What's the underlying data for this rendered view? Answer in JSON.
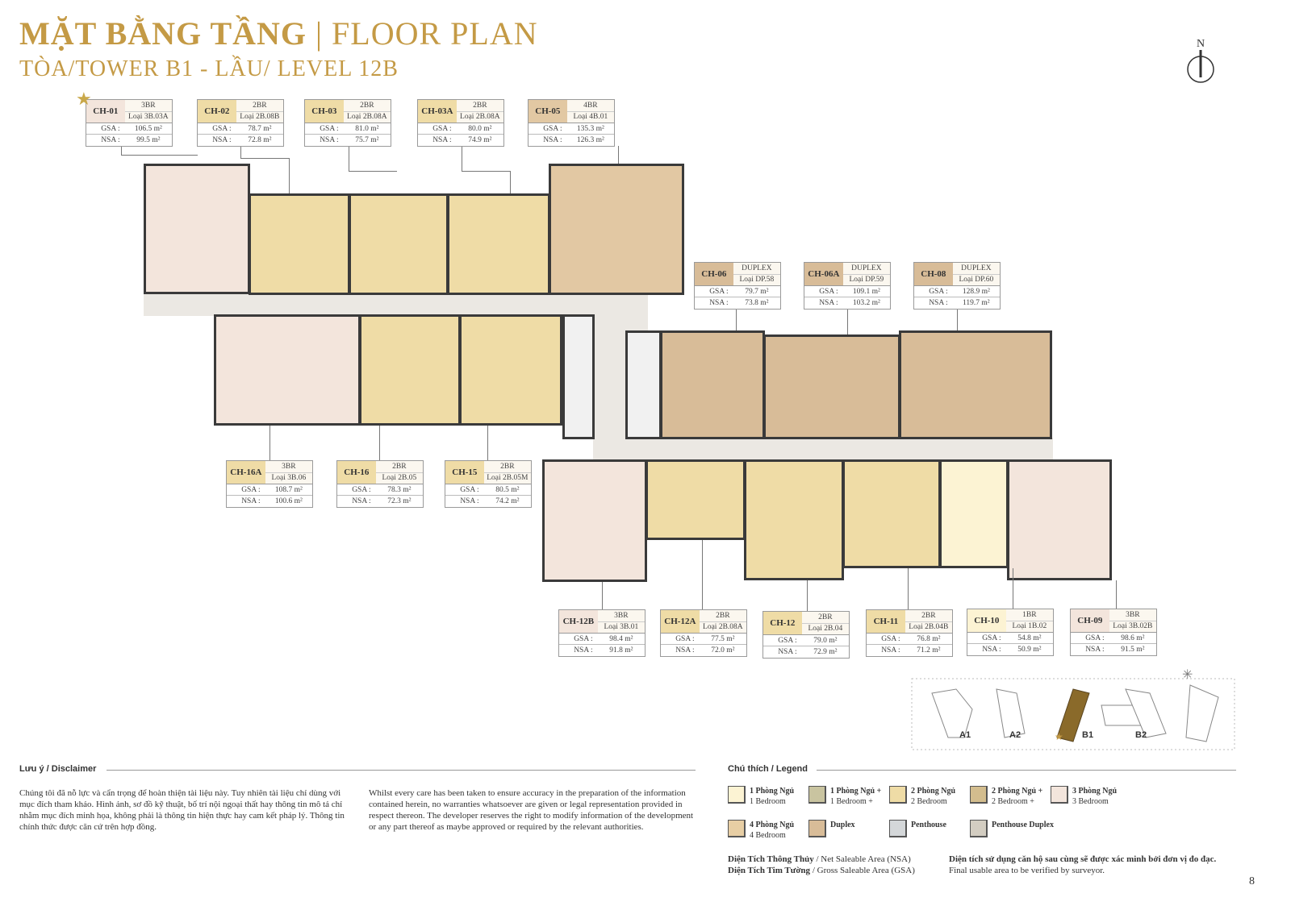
{
  "header": {
    "title_vi": "MẶT BẰNG TẦNG",
    "separator": "|",
    "title_en": "FLOOR PLAN",
    "subtitle": "TÒA/TOWER B1 - LẦU/ LEVEL 12B"
  },
  "north_label": "N",
  "colors": {
    "gold": "#c49a45",
    "1br": "#fcf3d3",
    "1br_plus": "#c9c4a0",
    "2br": "#efdca6",
    "2br_plus": "#d3bd8e",
    "3br": "#f3e5dc",
    "4br": "#e7cea4",
    "duplex": "#d8bc98",
    "penthouse": "#d4d7d9",
    "penthouse_duplex": "#d3cdc1"
  },
  "units": [
    {
      "code": "CH-01",
      "type": "3BR",
      "loai": "Loại 3B.03A",
      "gsa": "106.5 m²",
      "nsa": "99.5 m²",
      "color": "#f3e5dc"
    },
    {
      "code": "CH-02",
      "type": "2BR",
      "loai": "Loại 2B.08B",
      "gsa": "78.7 m²",
      "nsa": "72.8 m²",
      "color": "#efdca6"
    },
    {
      "code": "CH-03",
      "type": "2BR",
      "loai": "Loại 2B.08A",
      "gsa": "81.0 m²",
      "nsa": "75.7 m²",
      "color": "#efdca6"
    },
    {
      "code": "CH-03A",
      "type": "2BR",
      "loai": "Loại 2B.08A",
      "gsa": "80.0 m²",
      "nsa": "74.9 m²",
      "color": "#efdca6"
    },
    {
      "code": "CH-05",
      "type": "4BR",
      "loai": "Loại 4B.01",
      "gsa": "135.3 m²",
      "nsa": "126.3 m²",
      "color": "#e2c8a3"
    },
    {
      "code": "CH-06",
      "type": "DUPLEX",
      "loai": "Loại DP.58",
      "gsa": "79.7 m²",
      "nsa": "73.8 m²",
      "color": "#d8bc98"
    },
    {
      "code": "CH-06A",
      "type": "DUPLEX",
      "loai": "Loại DP.59",
      "gsa": "109.1 m²",
      "nsa": "103.2 m²",
      "color": "#d8bc98"
    },
    {
      "code": "CH-08",
      "type": "DUPLEX",
      "loai": "Loại DP.60",
      "gsa": "128.9 m²",
      "nsa": "119.7 m²",
      "color": "#d8bc98"
    },
    {
      "code": "CH-16A",
      "type": "3BR",
      "loai": "Loại 3B.06",
      "gsa": "108.7 m²",
      "nsa": "100.6 m²",
      "color": "#efdca6"
    },
    {
      "code": "CH-16",
      "type": "2BR",
      "loai": "Loại 2B.05",
      "gsa": "78.3 m²",
      "nsa": "72.3 m²",
      "color": "#efdca6"
    },
    {
      "code": "CH-15",
      "type": "2BR",
      "loai": "Loại 2B.05M",
      "gsa": "80.5 m²",
      "nsa": "74.2 m²",
      "color": "#efdca6"
    },
    {
      "code": "CH-12B",
      "type": "3BR",
      "loai": "Loại 3B.01",
      "gsa": "98.4 m²",
      "nsa": "91.8 m²",
      "color": "#f3e5dc"
    },
    {
      "code": "CH-12A",
      "type": "2BR",
      "loai": "Loại 2B.08A",
      "gsa": "77.5 m²",
      "nsa": "72.0 m²",
      "color": "#efdca6"
    },
    {
      "code": "CH-12",
      "type": "2BR",
      "loai": "Loại 2B.04",
      "gsa": "79.0 m²",
      "nsa": "72.9 m²",
      "color": "#efdca6"
    },
    {
      "code": "CH-11",
      "type": "2BR",
      "loai": "Loại 2B.04B",
      "gsa": "76.8 m²",
      "nsa": "71.2 m²",
      "color": "#efdca6"
    },
    {
      "code": "CH-10",
      "type": "1BR",
      "loai": "Loại 1B.02",
      "gsa": "54.8 m²",
      "nsa": "50.9 m²",
      "color": "#fcf3d3"
    },
    {
      "code": "CH-09",
      "type": "3BR",
      "loai": "Loại 3B.02B",
      "gsa": "98.6 m²",
      "nsa": "91.5 m²",
      "color": "#f3e5dc"
    }
  ],
  "labels": {
    "gsa": "GSA :",
    "nsa": "NSA :"
  },
  "keymap": {
    "a1": "A1",
    "a2": "A2",
    "b1": "B1",
    "b2": "B2"
  },
  "disclaimer": {
    "title": "Lưu ý / Disclaimer",
    "vi": "Chúng tôi đã nỗ lực và cẩn trọng để hoàn thiện tài liệu này. Tuy nhiên tài liệu chỉ dùng với mục đích tham khảo. Hình ảnh, sơ đồ kỹ thuật, bố trí nội ngoại thất hay thông tin mô tả chỉ nhằm mục đích minh họa, không phải là thông tin hiện thực hay cam kết pháp lý. Thông tin chính thức được căn cứ trên hợp đồng.",
    "en": "Whilst every care has been taken to ensure accuracy in the preparation of the information contained herein, no warranties whatsoever are given or legal representation provided in respect thereon. The developer reserves the right to modify information of the development or any part thereof as maybe approved or required by the relevant authorities."
  },
  "legend": {
    "title": "Chú thích / Legend",
    "items": [
      {
        "vi": "1 Phòng Ngủ",
        "en": "1 Bedroom",
        "color": "#fcf3d3"
      },
      {
        "vi": "1 Phòng Ngủ +",
        "en": "1 Bedroom +",
        "color": "#c9c4a0"
      },
      {
        "vi": "2 Phòng Ngủ",
        "en": "2 Bedroom",
        "color": "#efdca6"
      },
      {
        "vi": "2 Phòng Ngủ +",
        "en": "2 Bedroom +",
        "color": "#d3bd8e"
      },
      {
        "vi": "3 Phòng Ngủ",
        "en": "3 Bedroom",
        "color": "#f3e5dc"
      },
      {
        "vi": "4 Phòng Ngủ",
        "en": "4 Bedroom",
        "color": "#e7cea4"
      },
      {
        "vi": "Duplex",
        "en": "",
        "color": "#d8bc98"
      },
      {
        "vi": "Penthouse",
        "en": "",
        "color": "#d4d7d9"
      },
      {
        "vi": "Penthouse Duplex",
        "en": "",
        "color": "#d3cdc1"
      }
    ],
    "nsa_vi": "Diện Tích Thông Thủy",
    "nsa_en": "/ Net Saleable Area (NSA)",
    "gsa_vi": "Diện Tích Tim Tường",
    "gsa_en": "/ Gross Saleable Area (GSA)",
    "note_vi": "Diện tích sử dụng căn hộ sau cùng sẽ được xác minh bởi đơn vị đo đạc.",
    "note_en": "Final usable area to be verified by surveyor."
  },
  "page_number": "8"
}
